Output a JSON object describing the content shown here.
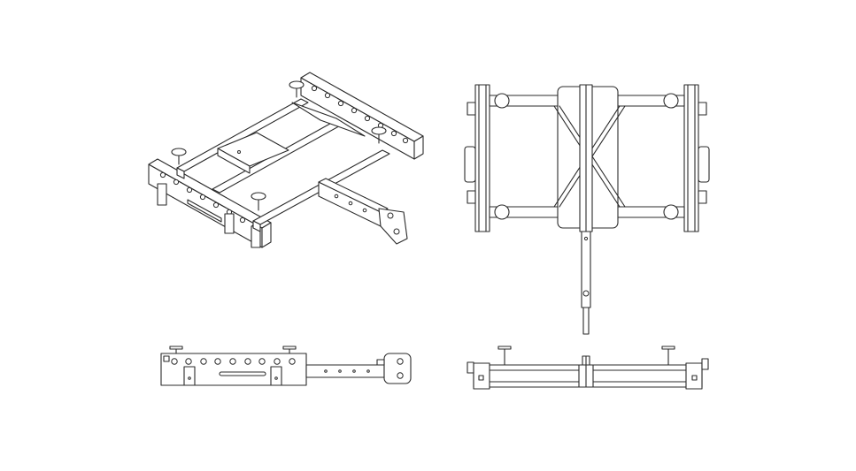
{
  "figure": {
    "background": "#ffffff",
    "line_color": "#2b2b2b",
    "views": [
      "isometric-view",
      "top-view",
      "side-view",
      "front-view"
    ]
  }
}
